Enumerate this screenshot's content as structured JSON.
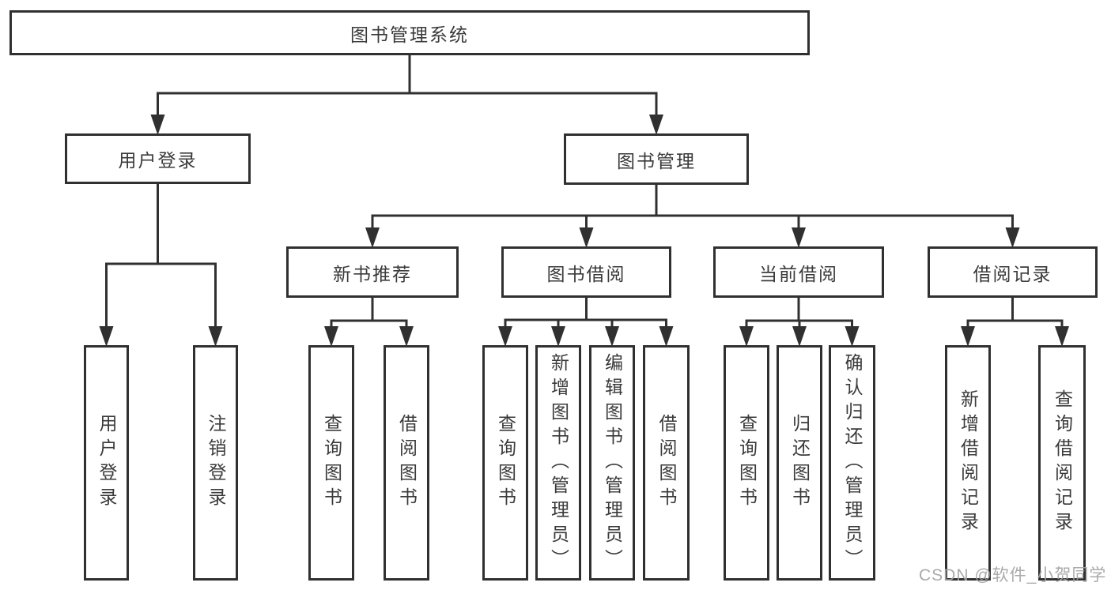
{
  "diagram": {
    "title": "图书管理系统",
    "nodes": [
      {
        "id": "root",
        "label": "图书管理系统"
      },
      {
        "id": "user-login",
        "label": "用户登录"
      },
      {
        "id": "book-mgmt",
        "label": "图书管理"
      },
      {
        "id": "new-book-rec",
        "label": "新书推荐"
      },
      {
        "id": "book-borrow",
        "label": "图书借阅"
      },
      {
        "id": "current-borrow",
        "label": "当前借阅"
      },
      {
        "id": "borrow-records",
        "label": "借阅记录"
      },
      {
        "id": "leaf-user-login",
        "label": "用户登录"
      },
      {
        "id": "leaf-logout",
        "label": "注销登录"
      },
      {
        "id": "leaf-query-book-1",
        "label": "查询图书"
      },
      {
        "id": "leaf-borrow-book-1",
        "label": "借阅图书"
      },
      {
        "id": "leaf-query-book-2",
        "label": "查询图书"
      },
      {
        "id": "leaf-add-book",
        "label": "新增图书（管理员）"
      },
      {
        "id": "leaf-edit-book",
        "label": "编辑图书（管理员）"
      },
      {
        "id": "leaf-borrow-book-2",
        "label": "借阅图书"
      },
      {
        "id": "leaf-query-book-3",
        "label": "查询图书"
      },
      {
        "id": "leaf-return-book",
        "label": "归还图书"
      },
      {
        "id": "leaf-confirm-return",
        "label": "确认归还（管理员）"
      },
      {
        "id": "leaf-add-borrow-record",
        "label": "新增借阅记录"
      },
      {
        "id": "leaf-query-borrow-record",
        "label": "查询借阅记录"
      }
    ],
    "edges": [
      {
        "parent": "root",
        "children": [
          "user-login",
          "book-mgmt"
        ]
      },
      {
        "parent": "user-login",
        "children": [
          "leaf-user-login",
          "leaf-logout"
        ]
      },
      {
        "parent": "book-mgmt",
        "children": [
          "new-book-rec",
          "book-borrow",
          "current-borrow",
          "borrow-records"
        ]
      },
      {
        "parent": "new-book-rec",
        "children": [
          "leaf-query-book-1",
          "leaf-borrow-book-1"
        ]
      },
      {
        "parent": "book-borrow",
        "children": [
          "leaf-query-book-2",
          "leaf-add-book",
          "leaf-edit-book",
          "leaf-borrow-book-2"
        ]
      },
      {
        "parent": "current-borrow",
        "children": [
          "leaf-query-book-3",
          "leaf-return-book",
          "leaf-confirm-return"
        ]
      },
      {
        "parent": "borrow-records",
        "children": [
          "leaf-add-borrow-record",
          "leaf-query-borrow-record"
        ]
      }
    ]
  },
  "watermark": {
    "text": "CSDN @软件_小贺同学"
  },
  "colors": {
    "line": "#303030",
    "text": "#3a3a3a",
    "background": "#ffffff",
    "watermark": "#a3a3a3"
  }
}
